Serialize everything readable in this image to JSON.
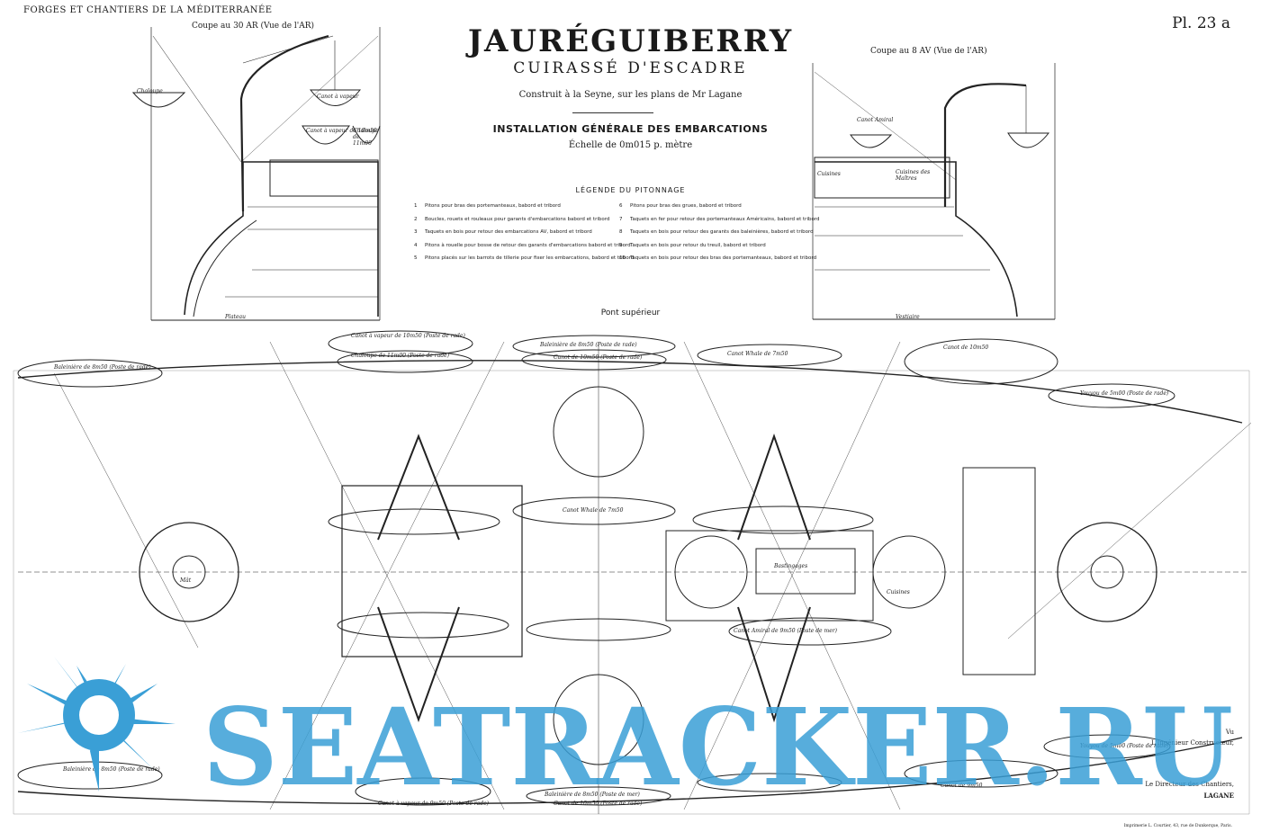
{
  "header": {
    "company": "FORGES ET CHANTIERS DE LA MÉDITERRANÉE",
    "plate": "Pl. 23 a"
  },
  "title": {
    "ship": "JAURÉGUIBERRY",
    "type": "CUIRASSÉ D'ESCADRE",
    "built": "Construit à la Seyne, sur les plans de Mr Lagane",
    "drawing": "INSTALLATION GÉNÉRALE DES EMBARCATIONS",
    "scale": "Échelle de 0m015 p. mètre"
  },
  "sections": {
    "left_label": "Coupe au 30 AR (Vue de l'AR)",
    "right_label": "Coupe au 8 AV (Vue de l'AR)",
    "left_boats": [
      "Chaloupe",
      "Canot à vapeur",
      "Canot à vapeur de 10m50",
      "Chaloupe de 11m00"
    ],
    "right_boats": [
      "Canot Amiral",
      "Cuisines",
      "Cuisines des Maîtres"
    ],
    "left_floor": "Plateau",
    "right_floor": "Vestiaire"
  },
  "legend": {
    "title": "LÉGENDE DU PITONNAGE",
    "left": [
      {
        "n": "1",
        "text": "Pitons pour bras des portemanteaux, babord et tribord"
      },
      {
        "n": "2",
        "text": "Boucles, rouets et rouleaux pour garants d'embarcations babord et tribord"
      },
      {
        "n": "3",
        "text": "Taquets en bois pour retour des embarcations AV, babord et tribord"
      },
      {
        "n": "4",
        "text": "Pitons à rouelle pour bosse de retour des garants d'embarcations babord et tribord"
      },
      {
        "n": "5",
        "text": "Pitons placés sur les barrots de tillerie pour fixer les embarcations, babord et tribord"
      }
    ],
    "right": [
      {
        "n": "6",
        "text": "Pitons pour bras des grues, babord et tribord"
      },
      {
        "n": "7",
        "text": "Taquets en fer pour retour des portemanteaux Américains, babord et tribord"
      },
      {
        "n": "8",
        "text": "Taquets en bois pour retour des garants des baleinières, babord et tribord"
      },
      {
        "n": "9",
        "text": "Taquets en bois pour retour du treuil, babord et tribord"
      },
      {
        "n": "10",
        "text": "Taquets en bois pour retour des bras des portemanteaux, babord et tribord"
      }
    ]
  },
  "deck": {
    "label": "Pont supérieur",
    "boats_top": [
      "Canot à vapeur de 10m50 (Poste de rade)",
      "Chaloupe de 11m00 (Poste de rade)",
      "Baleinière de 8m50 (Poste de rade)",
      "Canot de 10m50 (Poste de rade)",
      "Canot Whale de 7m50",
      "Canot de 10m50",
      "Baleinière de 8m50 (Poste de rade)",
      "Youyou de 5m00 (Poste de rade)"
    ],
    "boats_bottom": [
      "Baleinière de 8m50 (Poste de rade)",
      "Canot à vapeur de 9m50 (Poste de rade)",
      "Baleinière de 8m50 (Poste de mer)",
      "Canot de 10m50 (Poste de rade)",
      "Canot de 9m50",
      "Youyou de 5m00 (Poste de rade)"
    ],
    "center_labels": [
      "Canot Whale de 7m50",
      "Canot Amiral de 9m50 (Poste de mer)",
      "Bastingages",
      "Cuisines",
      "Mât"
    ]
  },
  "signature": {
    "seen": "Vu",
    "engineer": "L'Ingénieur Constructeur,",
    "director": "Le Directeur des Chantiers,",
    "name": "LAGANE"
  },
  "printer": "Imprimerie L. Courtier, 43, rue de Dunkerque, Paris.",
  "watermark": {
    "text": "SEATRACKER.RU",
    "color": "#3a9fd6"
  }
}
